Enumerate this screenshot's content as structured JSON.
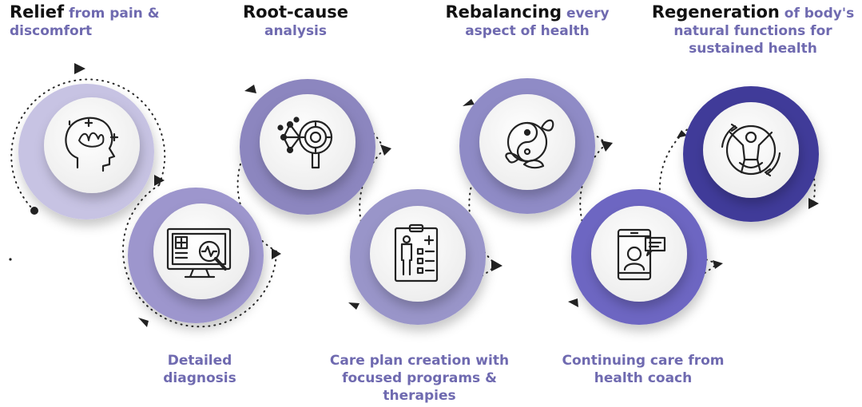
{
  "colors": {
    "ring_1": "#c7c3e3",
    "ring_2": "#9d96cd",
    "ring_3": "#8c86bf",
    "ring_4": "#9995c9",
    "ring_5": "#8f8bc6",
    "ring_6": "#6d66c2",
    "ring_7": "#3f3a99",
    "label_text": "#6f6ab0",
    "heading_text": "#111111",
    "icon_stroke": "#222222"
  },
  "labels": {
    "relief": {
      "bold": "Relief",
      "line1": "from pain &",
      "line2": "discomfort"
    },
    "rootcause": {
      "bold": "Root-cause",
      "line2": "analysis"
    },
    "rebalancing": {
      "bold": "Rebalancing",
      "line1": "every",
      "line2": "aspect of health"
    },
    "regeneration": {
      "bold": "Regeneration",
      "line1": "of body's",
      "line2": "natural functions for",
      "line3": "sustained health"
    },
    "diagnosis": {
      "line1": "Detailed",
      "line2": "diagnosis"
    },
    "careplan": {
      "line1": "Care plan creation with",
      "line2": "focused programs &",
      "line3": "therapies"
    },
    "coach": {
      "line1": "Continuing care from",
      "line2": "health coach"
    }
  },
  "steps": [
    {
      "icon": "head-lotus-icon"
    },
    {
      "icon": "monitor-diagnosis-icon"
    },
    {
      "icon": "network-magnifier-icon"
    },
    {
      "icon": "clipboard-body-icon"
    },
    {
      "icon": "yin-yang-leaf-icon"
    },
    {
      "icon": "phone-chat-icon"
    },
    {
      "icon": "wellbeing-figure-icon"
    }
  ]
}
